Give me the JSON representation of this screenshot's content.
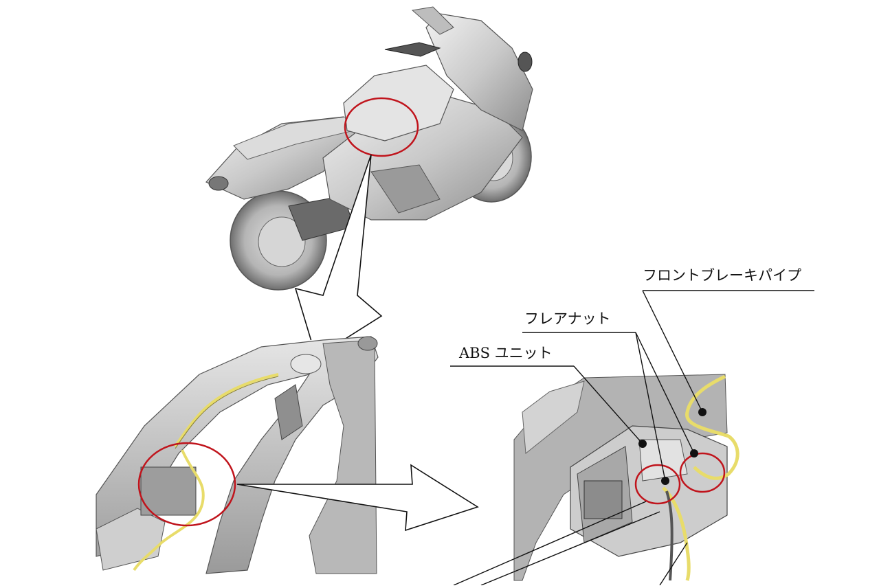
{
  "labels": {
    "front_brake_pipe": "フロントブレーキパイプ",
    "flare_nut": "フレアナット",
    "abs_unit": "ABS ユニット"
  },
  "colors": {
    "highlight_circle": "#c0141c",
    "brake_pipe": "#e8dc6a",
    "body_gray": "#bdbdbd",
    "frame_gray": "#a9a9a9",
    "line": "#111111"
  },
  "icons": {
    "callout_dot": "filled-circle"
  }
}
